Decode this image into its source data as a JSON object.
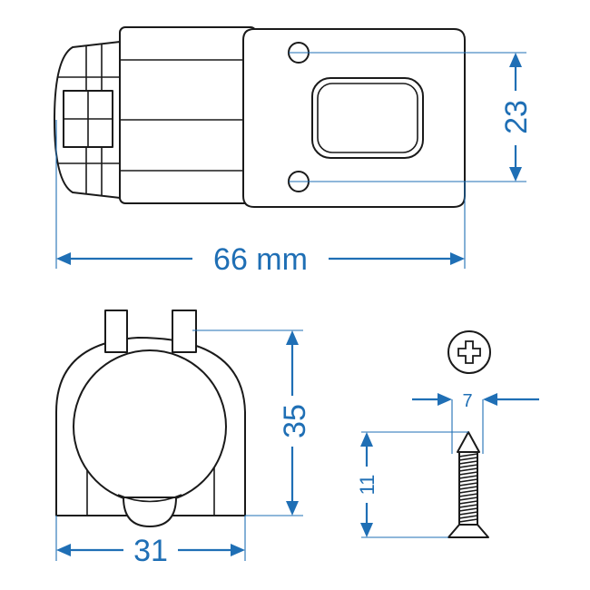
{
  "dimensions": {
    "length": "66 mm",
    "hole_spacing": "23",
    "height": "35",
    "width": "31",
    "screw_diameter": "7",
    "screw_length": "11"
  },
  "colors": {
    "dimension": "#1f6fb5",
    "outline": "#1a1a1a",
    "background": "#ffffff"
  }
}
